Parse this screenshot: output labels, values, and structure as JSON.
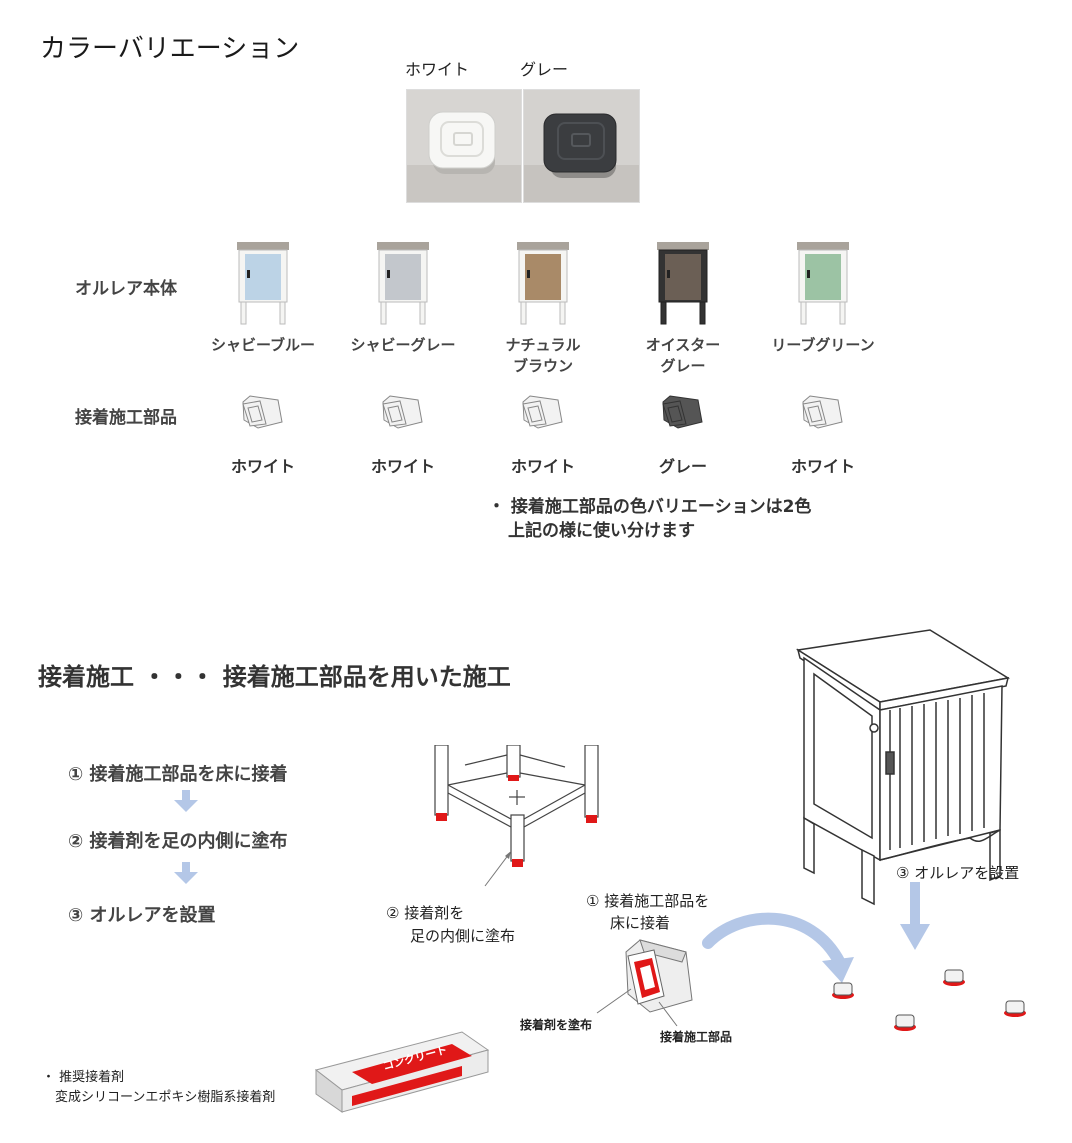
{
  "header": {
    "title": "カラーバリエーション"
  },
  "swatches": [
    {
      "label": "ホワイト",
      "color": "#f4f4f2"
    },
    {
      "label": "グレー",
      "color": "#3f4143"
    }
  ],
  "table": {
    "body_label": "オルレア本体",
    "parts_label": "接着施工部品",
    "bodies": [
      {
        "name_line1": "シャビーブルー",
        "name_line2": "",
        "panel_color": "#bcd3e6",
        "frame_color": "#f5f5f3"
      },
      {
        "name_line1": "シャビーグレー",
        "name_line2": "",
        "panel_color": "#c3c7cc",
        "frame_color": "#f5f5f3"
      },
      {
        "name_line1": "ナチュラル",
        "name_line2": "ブラウン",
        "panel_color": "#a98a68",
        "frame_color": "#f5f5f3"
      },
      {
        "name_line1": "オイスター",
        "name_line2": "グレー",
        "panel_color": "#6b5f55",
        "frame_color": "#333333"
      },
      {
        "name_line1": "リーブグリーン",
        "name_line2": "",
        "panel_color": "#9cc3a4",
        "frame_color": "#f5f5f3"
      }
    ],
    "parts": [
      {
        "label": "ホワイト",
        "color": "#f2f2f2"
      },
      {
        "label": "ホワイト",
        "color": "#f2f2f2"
      },
      {
        "label": "ホワイト",
        "color": "#f2f2f2"
      },
      {
        "label": "グレー",
        "color": "#555555"
      },
      {
        "label": "ホワイト",
        "color": "#f2f2f2"
      }
    ],
    "note_line1": "・ 接着施工部品の色バリエーションは2色",
    "note_line2": "上記の様に使い分けます"
  },
  "install": {
    "title": "接着施工 ・・・ 接着施工部品を用いた施工",
    "steps": [
      "① 接着施工部品を床に接着",
      "② 接着剤を足の内側に塗布",
      "③ オルレアを設置"
    ],
    "callout_glue_line1": "② 接着剤を",
    "callout_glue_line2": "足の内側に塗布",
    "callout_part_line1": "① 接着施工部品を",
    "callout_part_line2": "床に接着",
    "callout_install": "③ オルレアを設置",
    "label_glue": "接着剤を塗布",
    "label_part": "接着施工部品",
    "accent_color": "#e01818",
    "arrow_color": "#b4c7e7"
  },
  "recommend": {
    "label": "・ 推奨接着剤",
    "value": "変成シリコーンエポキシ樹脂系接着剤",
    "product_text": "コンクリート"
  }
}
